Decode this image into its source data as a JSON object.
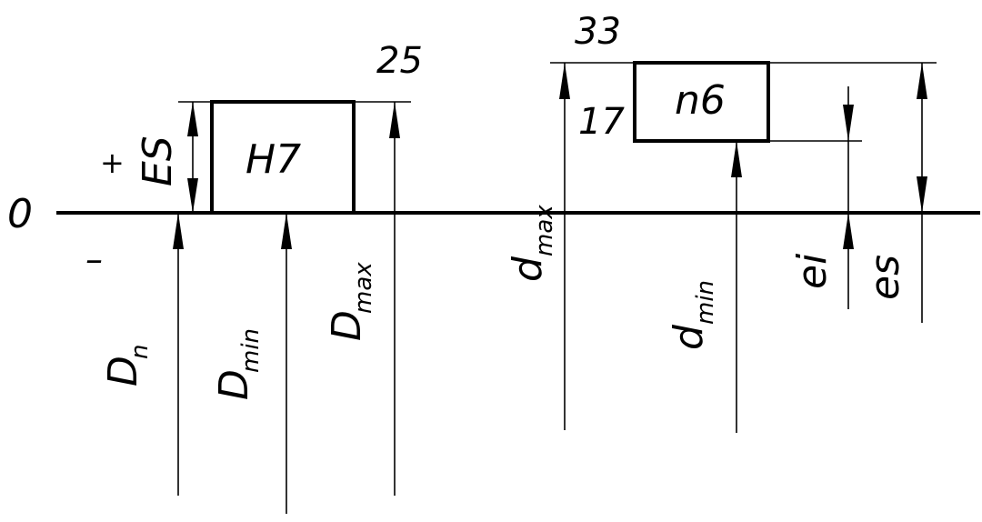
{
  "diagram": {
    "zero_line_label": "0",
    "plus_sign": "+",
    "minus_sign": "–",
    "hole_field": {
      "label": "H7",
      "upper_deviation_label": "ES",
      "upper_deviation_value": "25"
    },
    "shaft_field": {
      "label": "n6",
      "upper_deviation_value": "33",
      "lower_deviation_value": "17"
    },
    "labels": {
      "D_n": {
        "main": "D",
        "sub": "n"
      },
      "D_min": {
        "main": "D",
        "sub": "min"
      },
      "D_max": {
        "main": "D",
        "sub": "max"
      },
      "d_max": {
        "main": "d",
        "sub": "max"
      },
      "d_min": {
        "main": "d",
        "sub": "min"
      },
      "ei": "ei",
      "es": "es"
    }
  }
}
